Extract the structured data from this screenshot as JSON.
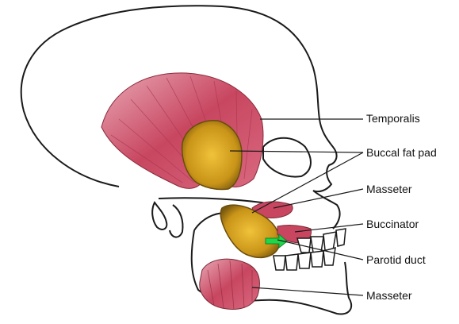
{
  "colors": {
    "outline": "#1a1a1a",
    "muscle": "#c9485f",
    "muscle_light": "#e7a3b0",
    "fat": "#d9a21c",
    "fat_dark": "#8a6410",
    "duct": "#1fd64a",
    "bone": "#ffffff"
  },
  "labels": [
    {
      "id": "temporalis",
      "text": "Temporalis"
    },
    {
      "id": "buccal-fat-pad",
      "text": "Buccal fat pad"
    },
    {
      "id": "masseter-upper",
      "text": "Masseter"
    },
    {
      "id": "buccinator",
      "text": "Buccinator"
    },
    {
      "id": "parotid-duct",
      "text": "Parotid duct"
    },
    {
      "id": "masseter-lower",
      "text": "Masseter"
    }
  ]
}
